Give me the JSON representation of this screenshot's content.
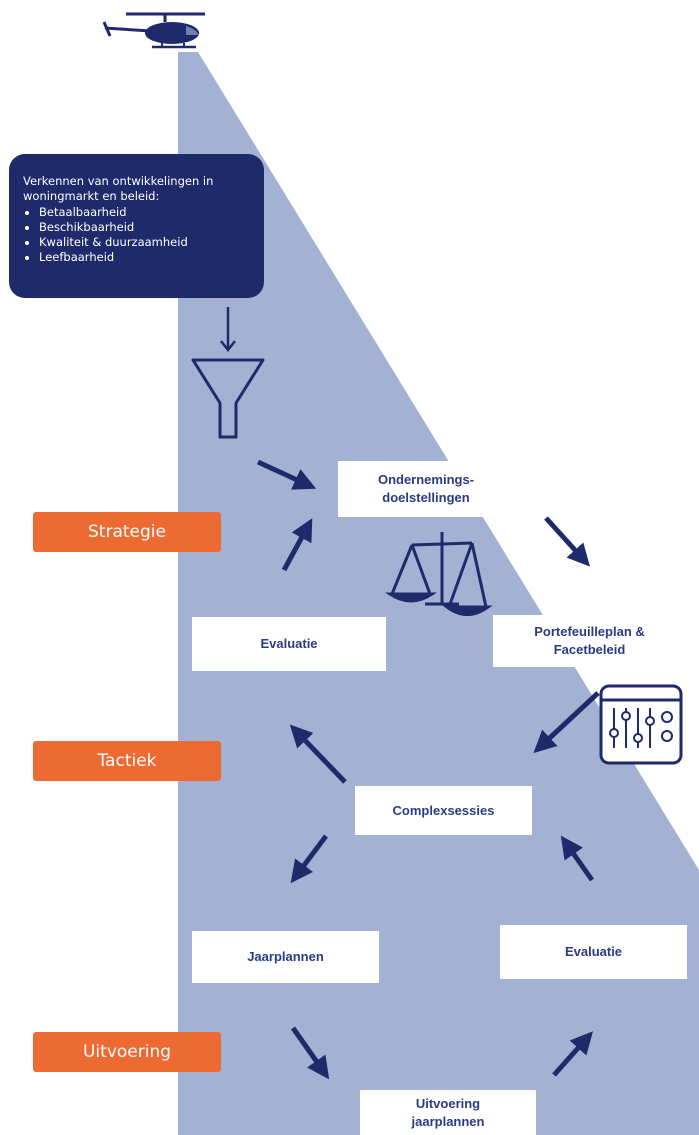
{
  "intro": {
    "text": "Verkennen van ontwikkelingen in woningmarkt en beleid:",
    "items": [
      "Betaalbaarheid",
      "Beschikbaarheid",
      "Kwaliteit & duurzaamheid",
      "Leefbaarheid"
    ]
  },
  "labels": {
    "strategy": "Strategie",
    "tactics": "Tactiek",
    "execution": "Uitvoering"
  },
  "boxes": {
    "goals": "Ondernemings-\ndoelstellingen",
    "portfolio": "Portefeuilleplan &\nFacetbeleid",
    "evaluation_strategy": "Evaluatie",
    "complex_sessions": "Complexsessies",
    "annual_plans": "Jaarplannen",
    "evaluation_tactics": "Evaluatie",
    "execution_plans": "Uitvoering\njaarplannen"
  },
  "icons": [
    "helicopter-icon",
    "funnel-icon",
    "scale-icon",
    "control-panel-icon"
  ],
  "colors": {
    "navy": "#1f2a6b",
    "beam": "#a3b2d3",
    "orange": "#ee6a33",
    "box_text": "#2b3a85"
  }
}
